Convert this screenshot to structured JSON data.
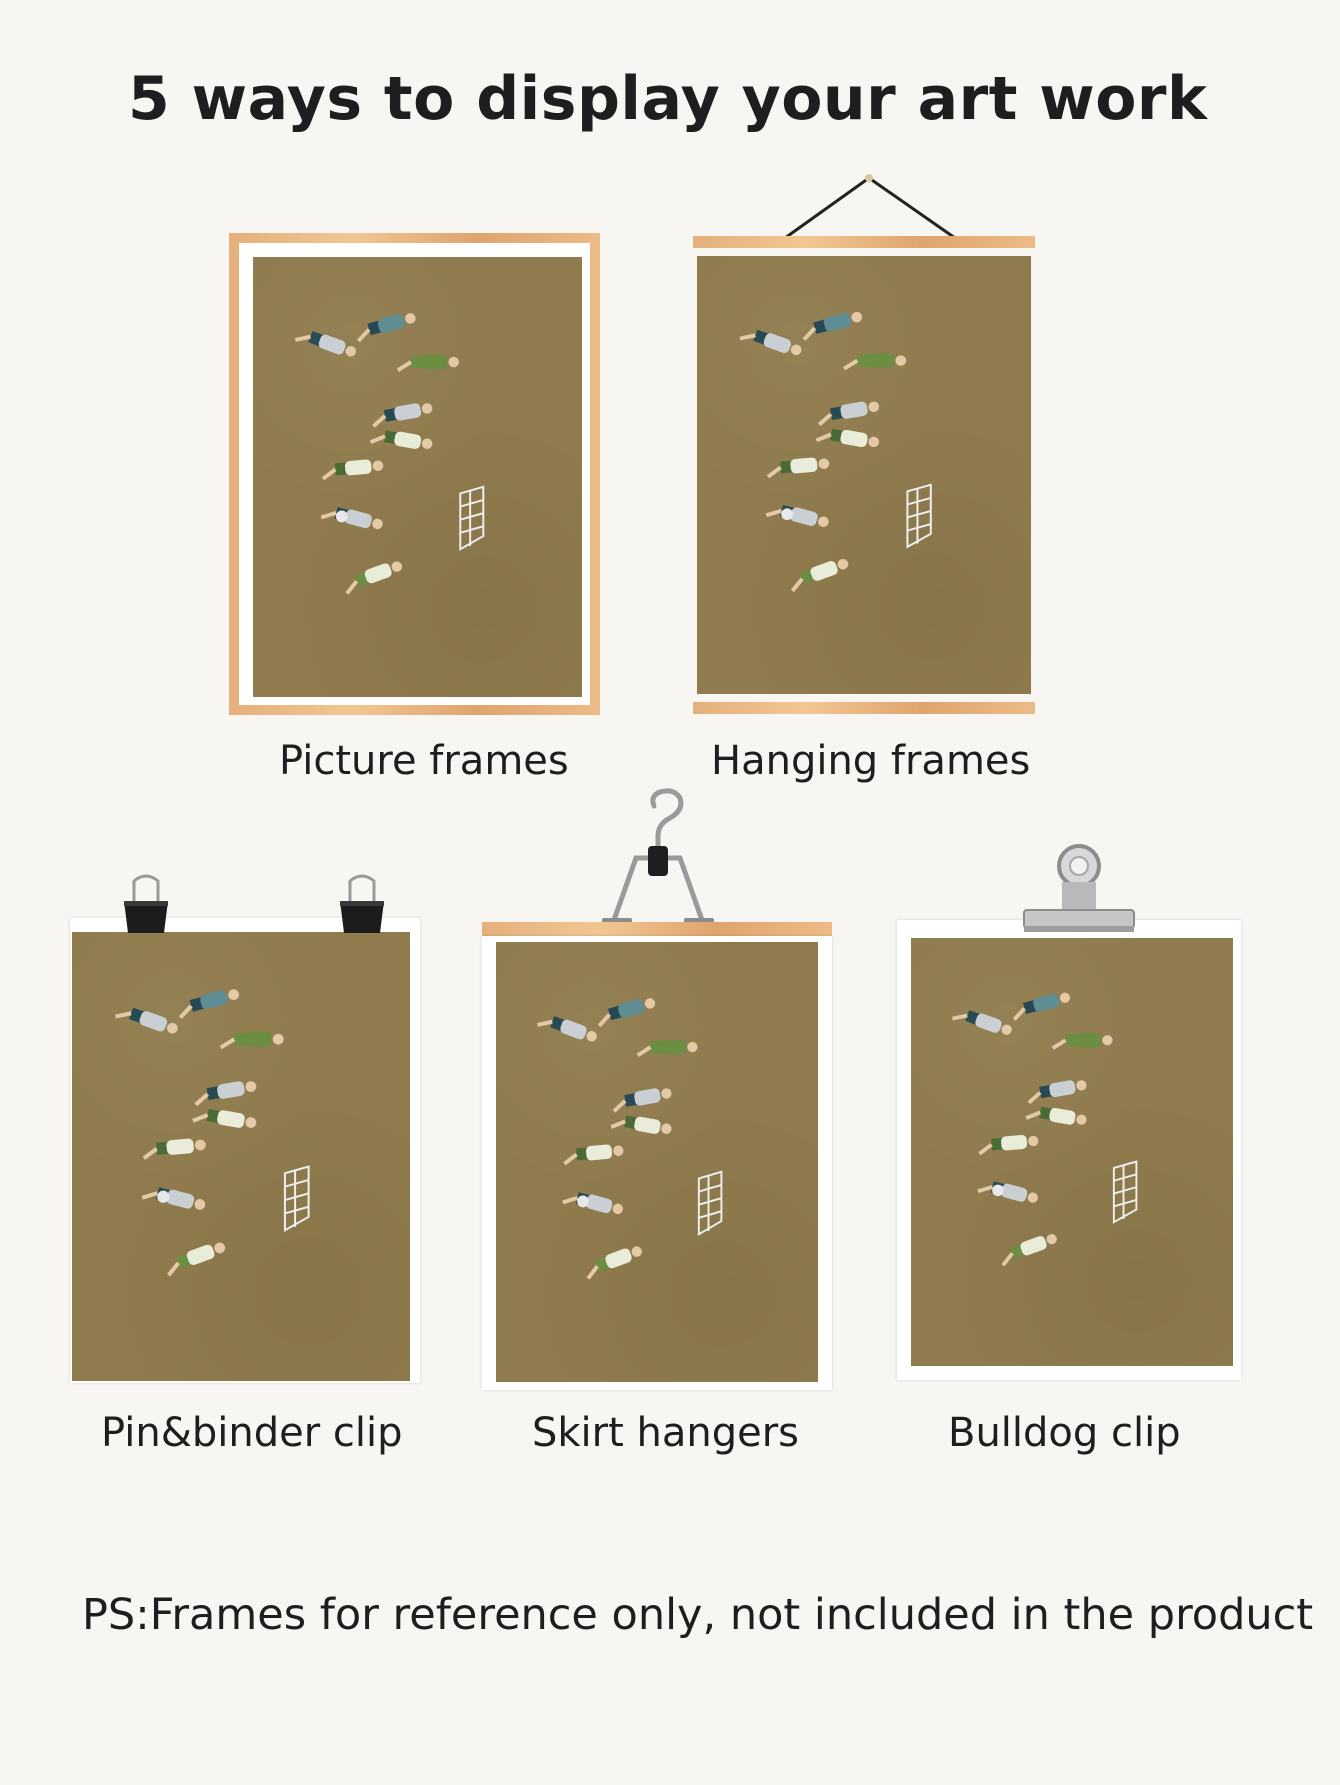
{
  "heading": "5 ways to display your art work",
  "methods": [
    {
      "label": "Picture frames"
    },
    {
      "label": "Hanging frames"
    },
    {
      "label": "Pin&binder clip"
    },
    {
      "label": "Skirt hangers"
    },
    {
      "label": "Bulldog clip"
    }
  ],
  "footnote": "PS:Frames for reference only, not included in the product",
  "colors": {
    "poster_background": "#8f7b4d",
    "wood": "#e9b880",
    "page_background": "#f7f6f2"
  },
  "artwork": "soccer-players-illustration"
}
